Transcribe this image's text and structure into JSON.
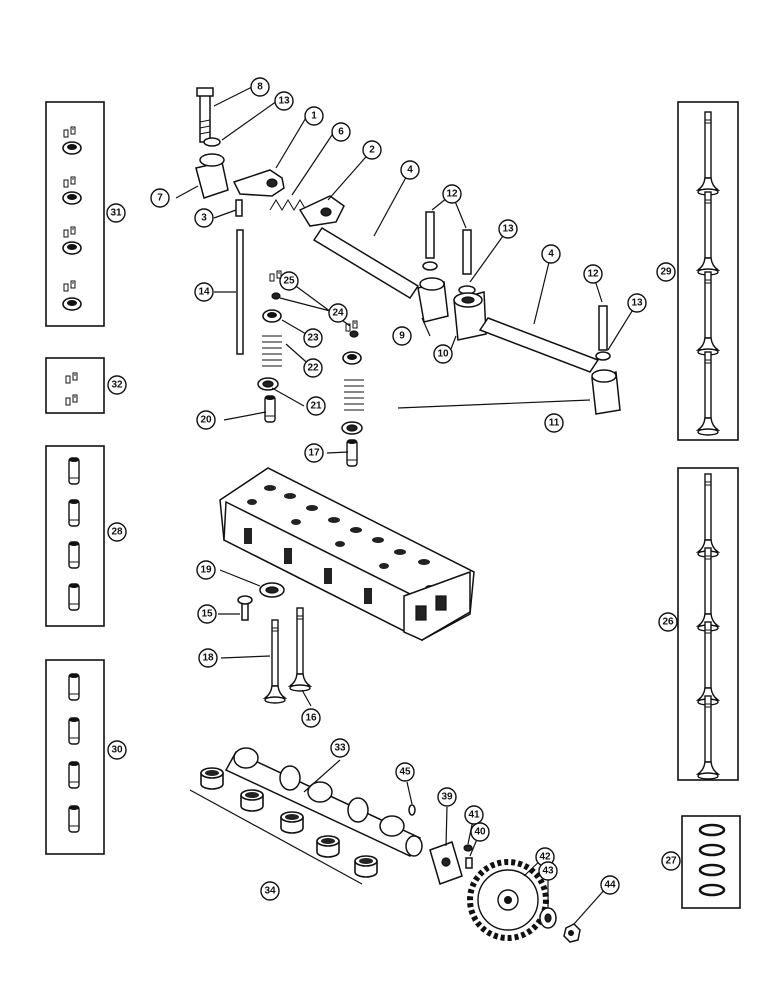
{
  "callouts": {
    "c1": "1",
    "c2": "2",
    "c3": "3",
    "c4a": "4",
    "c4b": "4",
    "c6": "6",
    "c7": "7",
    "c8": "8",
    "c9": "9",
    "c10": "10",
    "c11": "11",
    "c12a": "12",
    "c12b": "12",
    "c13a": "13",
    "c13b": "13",
    "c13c": "13",
    "c14": "14",
    "c15": "15",
    "c16": "16",
    "c17": "17",
    "c18": "18",
    "c19": "19",
    "c20": "20",
    "c21": "21",
    "c22": "22",
    "c23": "23",
    "c24": "24",
    "c25": "25",
    "c26": "26",
    "c27": "27",
    "c28": "28",
    "c29": "29",
    "c30": "30",
    "c31": "31",
    "c32": "32",
    "c33": "33",
    "c34": "34",
    "c39": "39",
    "c40": "40",
    "c41": "41",
    "c42": "42",
    "c43": "43",
    "c44": "44",
    "c45": "45"
  },
  "colors": {
    "ink": "#111111",
    "paper": "#ffffff"
  }
}
